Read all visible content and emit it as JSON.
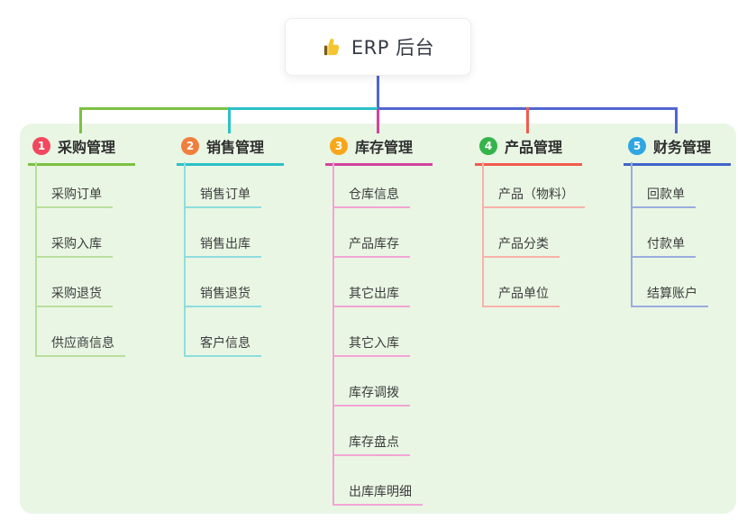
{
  "root": {
    "label": "ERP 后台",
    "icon": "thumbs-up-icon",
    "connector_color": "#5066d2"
  },
  "canvas": {
    "background_color": "#ffffff",
    "panel_color": "#e9f6e4"
  },
  "branches": [
    {
      "number": "1",
      "title": "采购管理",
      "badge_color": "#f1485f",
      "line_color": "#7cc142",
      "light_color": "#bade9c",
      "items": [
        "采购订单",
        "采购入库",
        "采购退货",
        "供应商信息"
      ]
    },
    {
      "number": "2",
      "title": "销售管理",
      "badge_color": "#f07f3d",
      "line_color": "#2ac1c6",
      "light_color": "#8edddd",
      "items": [
        "销售订单",
        "销售出库",
        "销售退货",
        "客户信息"
      ]
    },
    {
      "number": "3",
      "title": "库存管理",
      "badge_color": "#f8a71c",
      "line_color": "#d4419f",
      "light_color": "#f3a4d4",
      "items": [
        "仓库信息",
        "产品库存",
        "其它出库",
        "其它入库",
        "库存调拨",
        "库存盘点",
        "出库库明细"
      ]
    },
    {
      "number": "4",
      "title": "产品管理",
      "badge_color": "#35b44b",
      "line_color": "#f15b4e",
      "light_color": "#f8b1a9",
      "items": [
        "产品（物料）",
        "产品分类",
        "产品单位"
      ]
    },
    {
      "number": "5",
      "title": "财务管理",
      "badge_color": "#2fa6e1",
      "line_color": "#4163c9",
      "light_color": "#9aacdf",
      "items": [
        "回款单",
        "付款单",
        "结算账户"
      ]
    }
  ]
}
